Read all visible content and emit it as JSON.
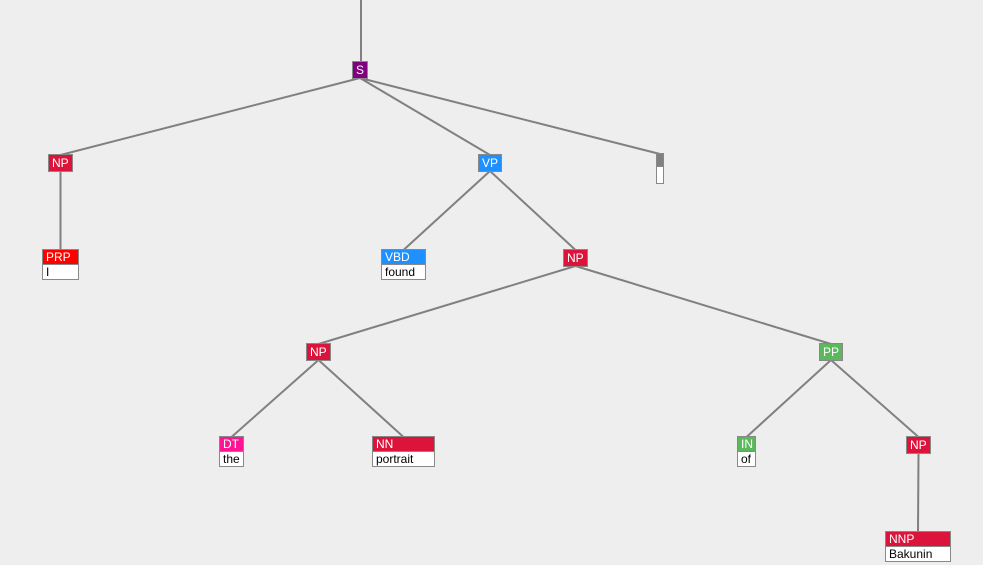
{
  "tree": {
    "nodes": [
      {
        "id": "s",
        "label": "S",
        "color": "#800080"
      },
      {
        "id": "np1",
        "label": "NP",
        "color": "#dc143c"
      },
      {
        "id": "prp",
        "label": "PRP",
        "color": "#ff0000",
        "word": "I"
      },
      {
        "id": "vp",
        "label": "VP",
        "color": "#1e90ff"
      },
      {
        "id": "vbd",
        "label": "VBD",
        "color": "#1e90ff",
        "word": "found"
      },
      {
        "id": "np2",
        "label": "NP",
        "color": "#dc143c"
      },
      {
        "id": "np3",
        "label": "NP",
        "color": "#dc143c"
      },
      {
        "id": "dt",
        "label": "DT",
        "color": "#ff1493",
        "word": "the"
      },
      {
        "id": "nn",
        "label": "NN",
        "color": "#dc143c",
        "word": "portrait"
      },
      {
        "id": "pp",
        "label": "PP",
        "color": "#5cb85c"
      },
      {
        "id": "in",
        "label": "IN",
        "color": "#5cb85c",
        "word": "of"
      },
      {
        "id": "np4",
        "label": "NP",
        "color": "#dc143c"
      },
      {
        "id": "nnp",
        "label": "NNP",
        "color": "#dc143c",
        "word": "Bakunin"
      },
      {
        "id": "punct",
        "label": "",
        "color": "#808080",
        "word": ""
      }
    ],
    "edges": [
      [
        "s",
        "np1"
      ],
      [
        "s",
        "vp"
      ],
      [
        "s",
        "punct"
      ],
      [
        "np1",
        "prp"
      ],
      [
        "vp",
        "vbd"
      ],
      [
        "vp",
        "np2"
      ],
      [
        "np2",
        "np3"
      ],
      [
        "np2",
        "pp"
      ],
      [
        "np3",
        "dt"
      ],
      [
        "np3",
        "nn"
      ],
      [
        "pp",
        "in"
      ],
      [
        "pp",
        "np4"
      ],
      [
        "np4",
        "nnp"
      ]
    ]
  }
}
